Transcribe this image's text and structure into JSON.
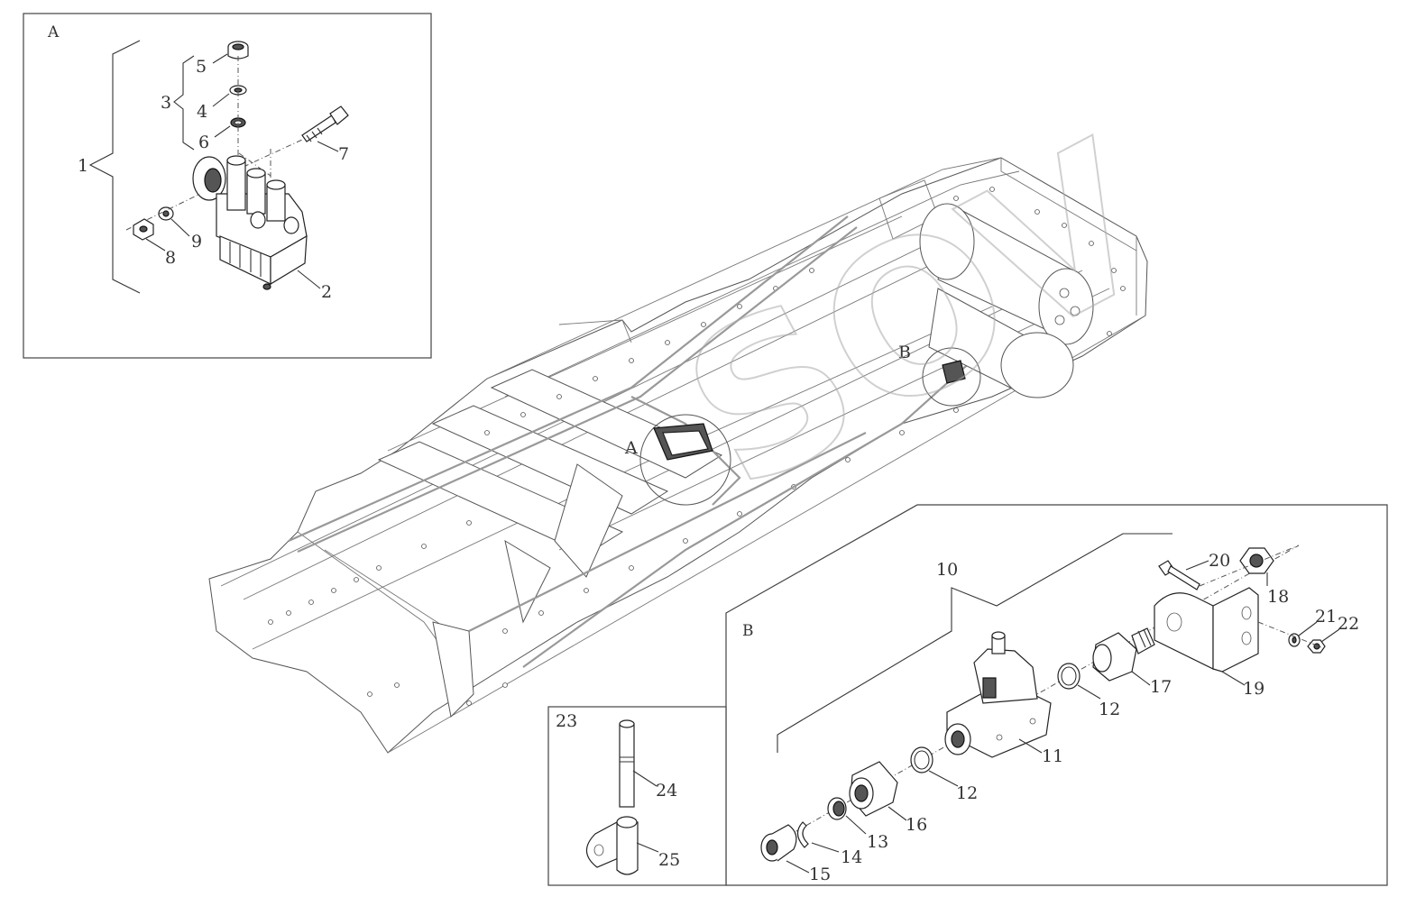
{
  "panels": {
    "a_label": "A",
    "b_label": "B",
    "c_label": "23"
  },
  "callouts": {
    "c1": "1",
    "c2": "2",
    "c3": "3",
    "c4": "4",
    "c5": "5",
    "c6": "6",
    "c7": "7",
    "c8": "8",
    "c9": "9",
    "c10": "10",
    "c11": "11",
    "c12a": "12",
    "c12b": "12",
    "c13": "13",
    "c14": "14",
    "c15": "15",
    "c16": "16",
    "c17": "17",
    "c18": "18",
    "c19": "19",
    "c20": "20",
    "c21": "21",
    "c22": "22",
    "c24": "24",
    "c25": "25"
  },
  "chassis_markers": {
    "a": "A",
    "b": "B"
  },
  "watermark": "SOV"
}
